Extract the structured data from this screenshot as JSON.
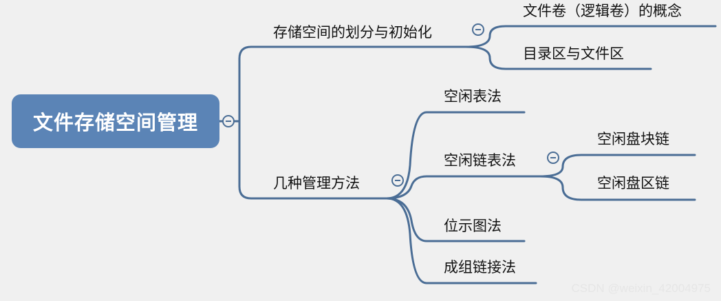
{
  "root": {
    "label": "文件存储空间管理"
  },
  "branches": {
    "partition": {
      "label": "存储空间的划分与初始化",
      "children": [
        "文件卷（逻辑卷）的概念",
        "目录区与文件区"
      ]
    },
    "methods": {
      "label": "几种管理方法",
      "children": {
        "free_table": "空闲表法",
        "free_list": {
          "label": "空闲链表法",
          "children": [
            "空闲盘块链",
            "空闲盘区链"
          ]
        },
        "bitmap": "位示图法",
        "grouped_link": "成组链接法"
      }
    }
  },
  "colors": {
    "root_fill": "#5b84b6",
    "line": "#4a6d95",
    "background": "#f0f0f0"
  },
  "watermark": "CSDN @weixin_42004975"
}
